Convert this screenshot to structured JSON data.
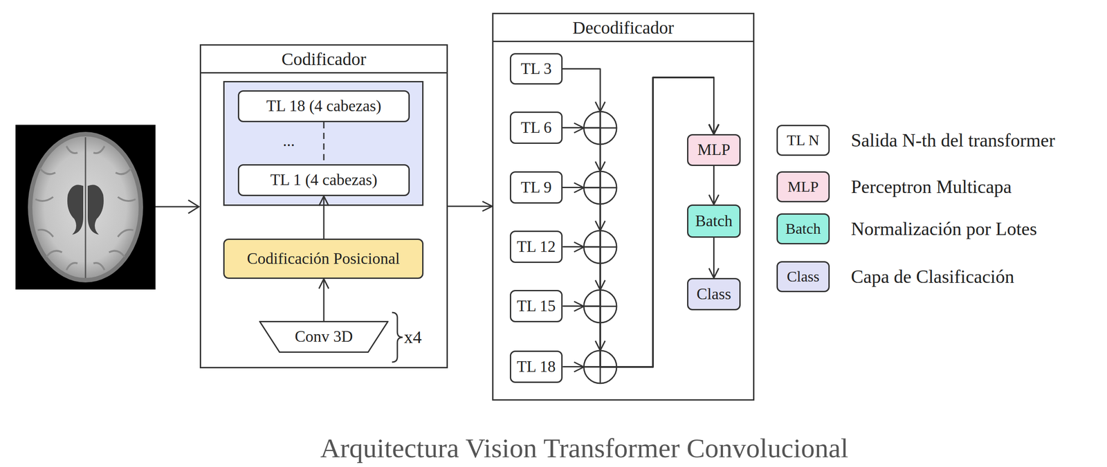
{
  "diagram": {
    "caption": "Arquitectura Vision Transformer Convolucional",
    "nodes": [
      {
        "text": [
          "Codificador"
        ]
      },
      {
        "text": [
          "TL 18 (4 cabezas)"
        ],
        "in": 0
      },
      {
        "text": [
          "TL 1 (4 cabezas)"
        ],
        "in": 0
      },
      {
        "text": [
          "Codificación Posicional"
        ],
        "in": 0
      },
      {
        "text": [
          "Conv 3D"
        ],
        "in": 0
      },
      {
        "text": [
          "Decodificador"
        ]
      },
      {
        "text": [
          "TL 3"
        ],
        "in": 5
      },
      {
        "text": [
          "TL 6"
        ],
        "in": 5
      },
      {
        "text": [
          "TL 9"
        ],
        "in": 5
      },
      {
        "text": [
          "TL 12"
        ],
        "in": 5
      },
      {
        "text": [
          "TL 15"
        ],
        "in": 5
      },
      {
        "text": [
          "TL 18"
        ],
        "in": 5
      },
      {
        "text": [
          "MLP"
        ],
        "in": 5
      },
      {
        "text": [
          "Batch"
        ],
        "in": 5
      },
      {
        "text": [
          "Class"
        ],
        "in": 5
      }
    ],
    "edges": [
      {
        "from": 0,
        "to": 5,
        "arrow": "to"
      },
      {
        "from": 4,
        "to": 3,
        "arrow": "to"
      },
      {
        "from": 3,
        "to": 2,
        "arrow": "to"
      },
      {
        "from": 1,
        "to": 2,
        "arrow": "none"
      },
      {
        "from": 6,
        "to": 12,
        "arrow": "to"
      },
      {
        "from": 7,
        "to": 12,
        "arrow": "to"
      },
      {
        "from": 8,
        "to": 12,
        "arrow": "to"
      },
      {
        "from": 9,
        "to": 12,
        "arrow": "to"
      },
      {
        "from": 10,
        "to": 12,
        "arrow": "to"
      },
      {
        "from": 11,
        "to": 12,
        "arrow": "to"
      },
      {
        "from": 12,
        "to": 13,
        "arrow": "to"
      },
      {
        "from": 13,
        "to": 14,
        "arrow": "to"
      }
    ],
    "labels": [
      "...",
      "x4",
      "TL N",
      "MLP",
      "Batch",
      "Class"
    ],
    "legend": [
      {
        "text": "Salida N-th del transformer",
        "color": "#ffffff"
      },
      {
        "text": "Perceptron Multicapa",
        "color": "#fadce6"
      },
      {
        "text": "Normalización por Lotes",
        "color": "#98f0e0"
      },
      {
        "text": "Capa de Clasificación",
        "color": "#dfe0f6"
      }
    ]
  }
}
